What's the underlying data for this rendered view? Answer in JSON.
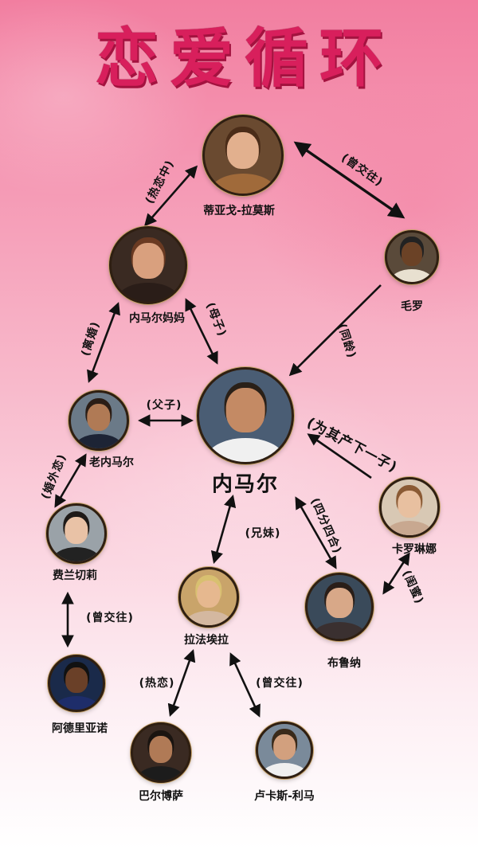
{
  "title": "恋爱循环",
  "people": {
    "tiago": "蒂亚戈-拉莫斯",
    "mauro": "毛罗",
    "mother": "内马尔妈妈",
    "father": "老内马尔",
    "neymar": "内马尔",
    "carolina": "卡罗琳娜",
    "fernanda": "费兰切莉",
    "rafaella": "拉法埃拉",
    "bruna": "布鲁纳",
    "adriano": "阿德里亚诺",
    "barbosa": "巴尔博萨",
    "lucas": "卢卡斯-利马"
  },
  "relations": {
    "tiago_mauro": "(曾交往)",
    "tiago_mother": "(热恋中)",
    "mauro_neymar": "(同龄)",
    "mother_neymar": "(母子)",
    "mother_father": "(离婚)",
    "father_neymar": "(父子)",
    "carolina_neymar": "(为其产下一子)",
    "father_fernanda": "(婚外恋)",
    "neymar_rafaella": "(兄妹)",
    "neymar_bruna": "(四分四合)",
    "carolina_bruna": "(闺蜜)",
    "fernanda_adriano": "(曾交往)",
    "rafaella_barbosa": "(热恋)",
    "rafaella_lucas": "(曾交往)"
  },
  "colors": {
    "title": "#d81f5c",
    "arrow": "#111111",
    "background_top": "#f27ea0",
    "background_bottom": "#ffffff"
  }
}
